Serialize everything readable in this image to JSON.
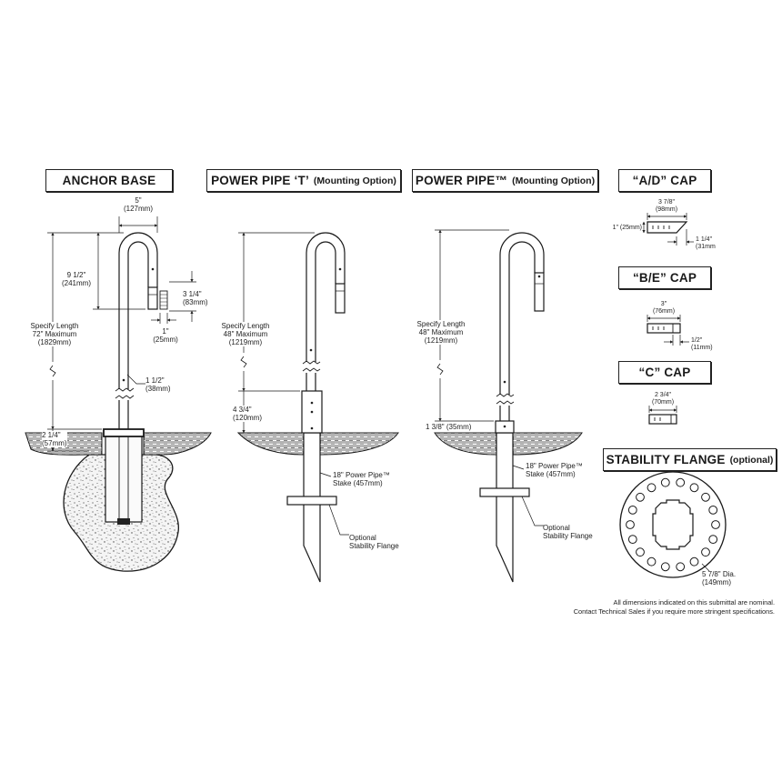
{
  "titles": {
    "anchor_base": "ANCHOR BASE",
    "power_pipe_t": "POWER PIPE ‘T’",
    "power_pipe_t_sub": "(Mounting Option)",
    "power_pipe": "POWER PIPE™",
    "power_pipe_sub": "(Mounting Option)",
    "ad_cap": "“A/D” CAP",
    "be_cap": "“B/E” CAP",
    "c_cap": "“C” CAP",
    "stability_flange": "STABILITY FLANGE",
    "stability_flange_sub": "(optional)"
  },
  "anchor_base": {
    "width_in": "5\"",
    "width_mm": "(127mm)",
    "gooseneck_in": "9 1/2\"",
    "gooseneck_mm": "(241mm)",
    "tip_in": "3 1/4\"",
    "tip_mm": "(83mm)",
    "tip_w_in": "1\"",
    "tip_w_mm": "(25mm)",
    "length_1": "Specify Length",
    "length_2": "72\" Maximum",
    "length_3": "(1829mm)",
    "pipe_in": "1 1/2\"",
    "pipe_mm": "(38mm)",
    "base_in": "2 1/4\"",
    "base_mm": "(57mm)"
  },
  "power_pipe_t": {
    "length_1": "Specify Length",
    "length_2": "48\" Maximum",
    "length_3": "(1219mm)",
    "t_in": "4 3/4\"",
    "t_mm": "(120mm)",
    "stake_1": "18\" Power Pipe™",
    "stake_2": "Stake (457mm)",
    "flange_1": "Optional",
    "flange_2": "Stability Flange"
  },
  "power_pipe": {
    "length_1": "Specify Length",
    "length_2": "48\" Maximum",
    "length_3": "(1219mm)",
    "collar": "1 3/8\" (35mm)",
    "stake_1": "18\" Power Pipe™",
    "stake_2": "Stake (457mm)",
    "flange_1": "Optional",
    "flange_2": "Stability Flange"
  },
  "ad_cap": {
    "len_in": "3 7/8\"",
    "len_mm": "(98mm)",
    "h_label": "1\" (25mm)",
    "tip_in": "1 1/4\"",
    "tip_mm": "(31mm"
  },
  "be_cap": {
    "len_in": "3\"",
    "len_mm": "(76mm)",
    "tip_in": "1/2\"",
    "tip_mm": "(11mm)"
  },
  "c_cap": {
    "len_in": "2 3/4\"",
    "len_mm": "(70mm)"
  },
  "flange": {
    "dia_in": "5 7/8\" Dia.",
    "dia_mm": "(149mm)"
  },
  "notes": {
    "line1": "All dimensions indicated on this submittal are nominal.",
    "line2": "Contact Technical Sales if you require more stringent specifications."
  },
  "colors": {
    "ink": "#1a1a1a",
    "concrete": "#f2f2f2",
    "soil_hatch": "#333333"
  }
}
